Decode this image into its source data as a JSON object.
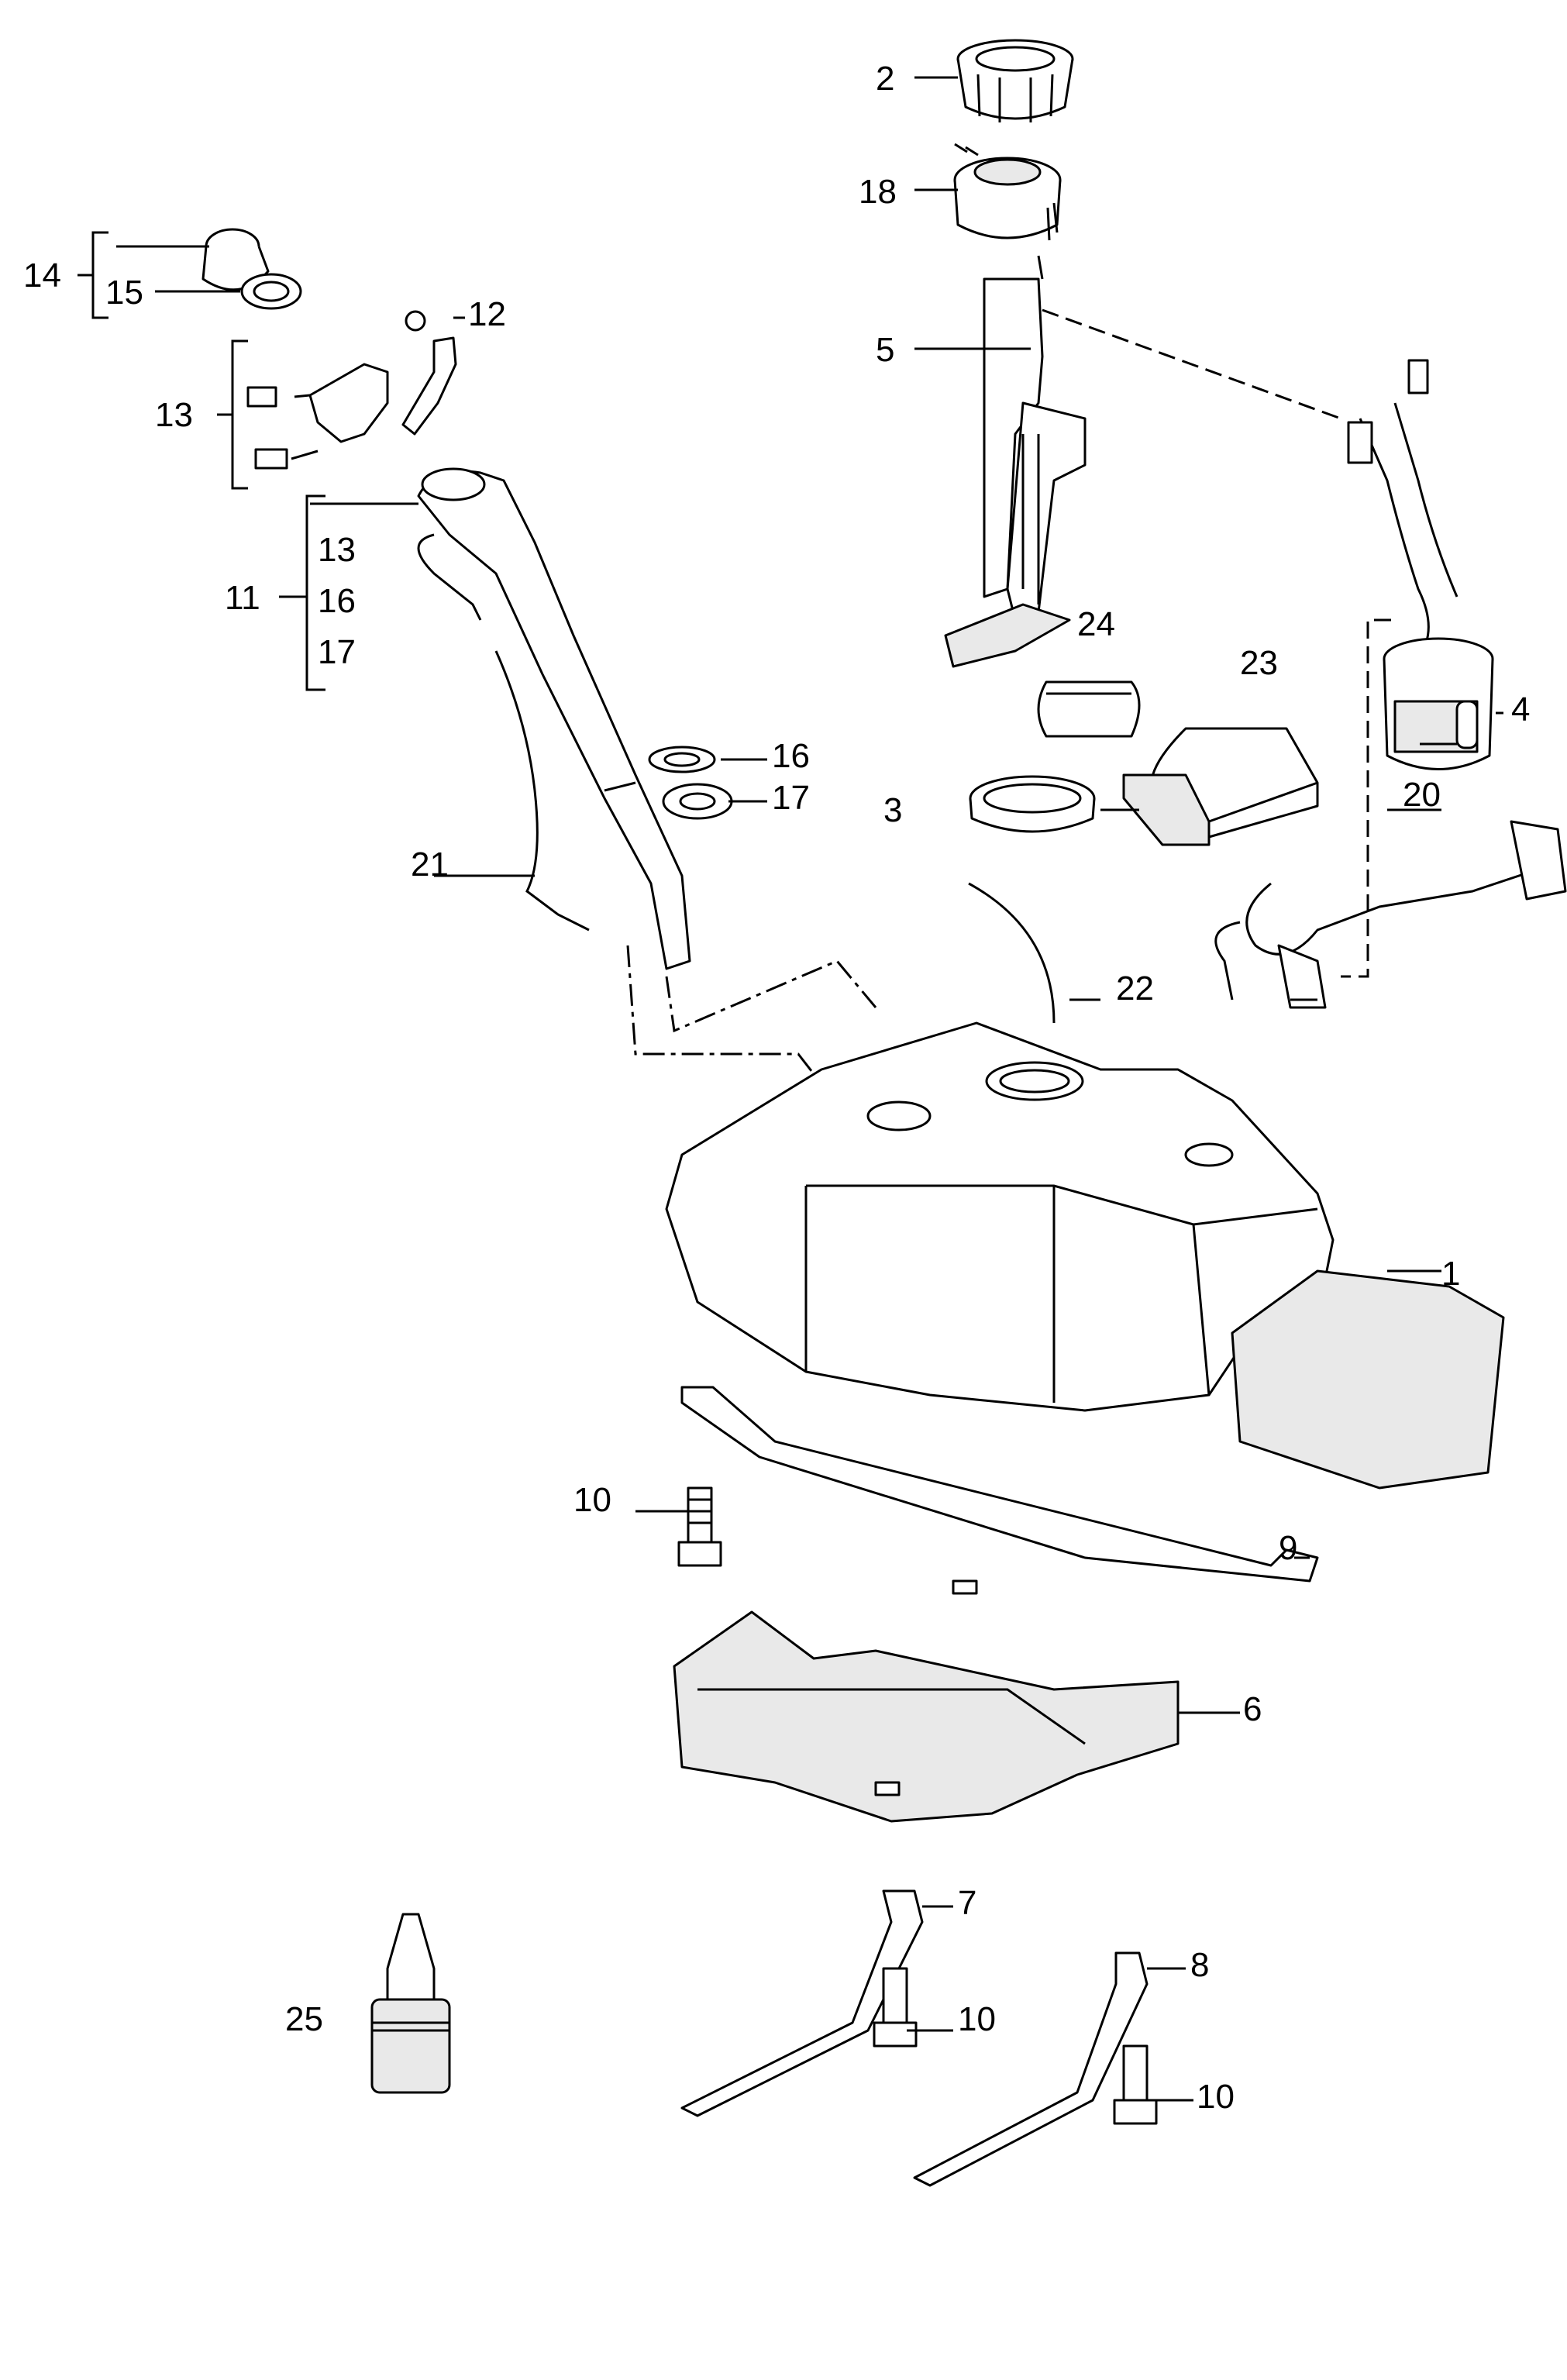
{
  "callouts": {
    "c1": "1",
    "c2": "2",
    "c3": "3",
    "c4": "4",
    "c5": "5",
    "c6": "6",
    "c7": "7",
    "c8": "8",
    "c9": "9",
    "c10a": "10",
    "c10b": "10",
    "c10c": "10",
    "c11": "11",
    "c11_13": "13",
    "c11_16": "16",
    "c11_17": "17",
    "c12": "12",
    "c13": "13",
    "c14": "14",
    "c15": "15",
    "c16": "16",
    "c17": "17",
    "c18": "18",
    "c20": "20",
    "c21": "21",
    "c22": "22",
    "c23": "23",
    "c24": "24",
    "c25": "25"
  }
}
